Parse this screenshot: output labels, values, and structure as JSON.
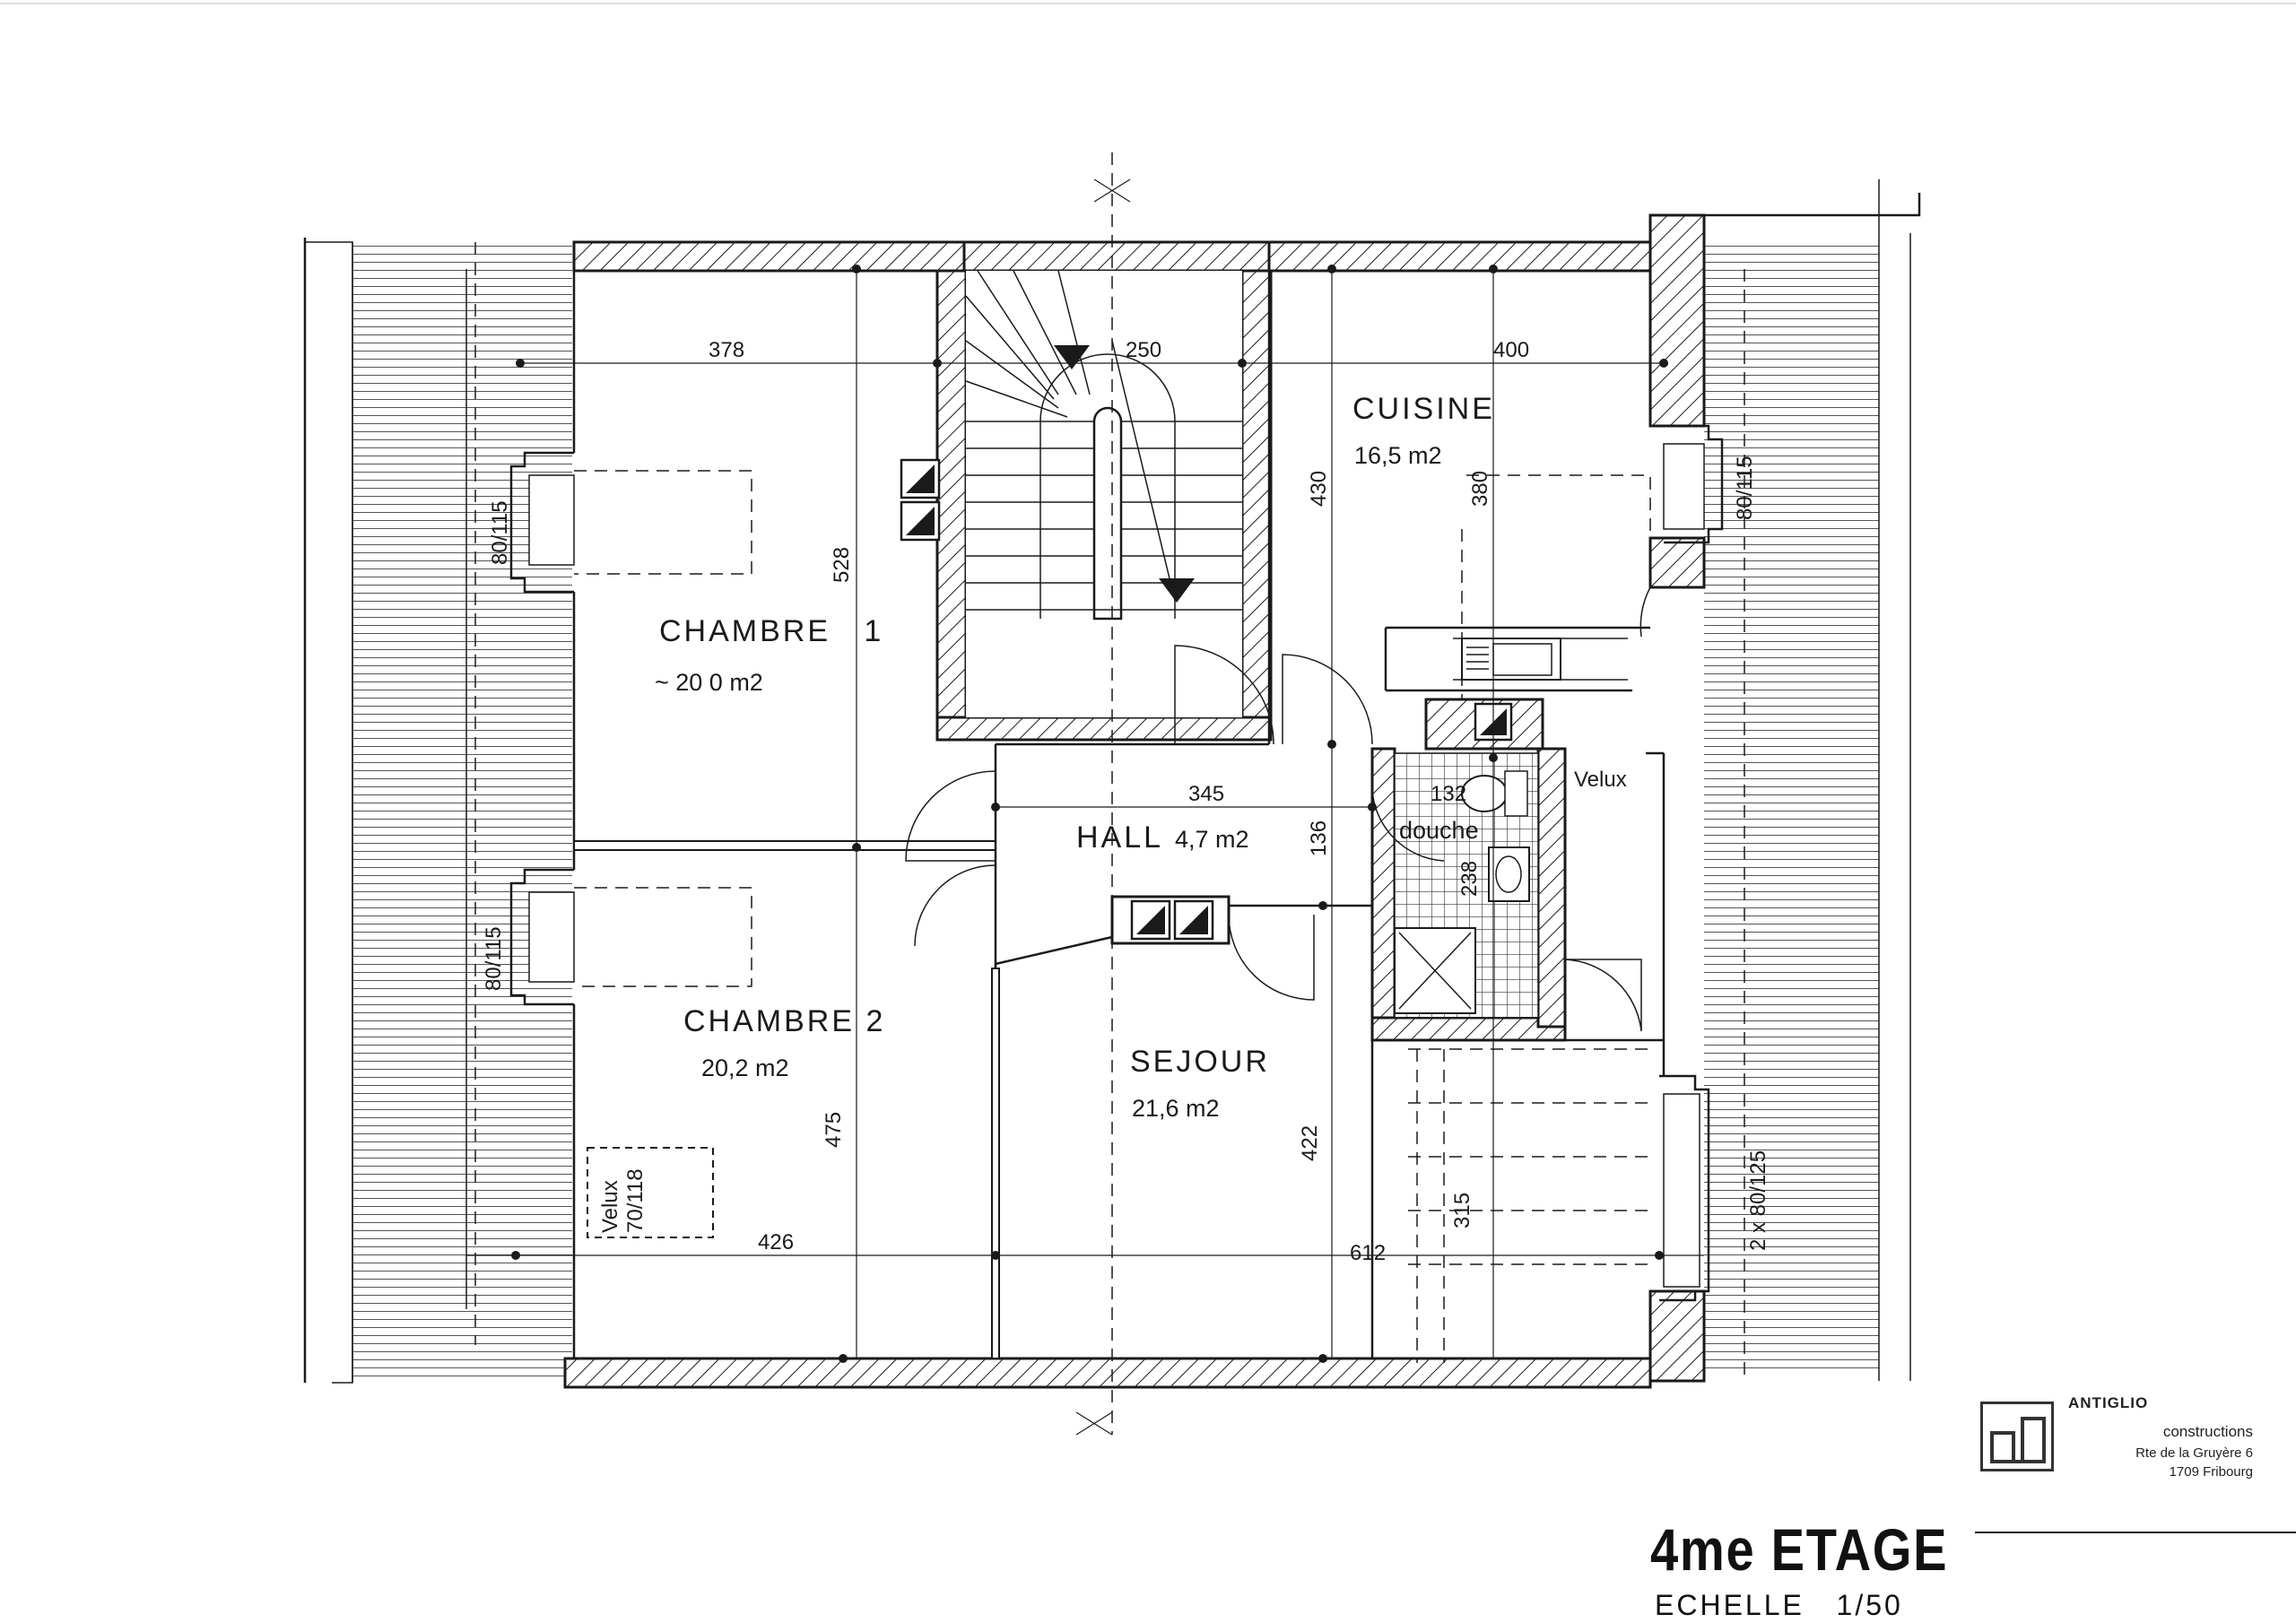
{
  "rooms": {
    "chambre1": {
      "name": "CHAMBRE   1",
      "area": "~ 20 0 m2"
    },
    "chambre2": {
      "name": "CHAMBRE 2",
      "area": "20,2 m2"
    },
    "cuisine": {
      "name": "CUISINE",
      "area": "16,5 m2"
    },
    "hall": {
      "name": "HALL",
      "area": "4,7 m2"
    },
    "sejour": {
      "name": "SEJOUR",
      "area": "21,6 m2"
    },
    "douche": {
      "name": "douche"
    }
  },
  "dimensions": {
    "d378": "378",
    "d250": "250",
    "d400": "400",
    "d430": "430",
    "d380": "380",
    "d528": "528",
    "d345": "345",
    "d136": "136",
    "d132": "132",
    "d238": "238",
    "d475": "475",
    "d422": "422",
    "d315": "315",
    "d426": "426",
    "d612": "612"
  },
  "windows": {
    "left_upper": "80/115",
    "left_lower": "80/115",
    "right_upper": "80/115",
    "right_lower": "2 x 80/125",
    "velux_chambre2": "Velux\n70/118",
    "velux_bath": "Velux"
  },
  "title": {
    "main": "4me ETAGE",
    "scale": "ECHELLE   1/50"
  },
  "firm": {
    "name": "ANTIGLIO",
    "line1": "constructions",
    "line2": "Rte de la Gruyère 6",
    "line3": "1709 Fribourg"
  }
}
